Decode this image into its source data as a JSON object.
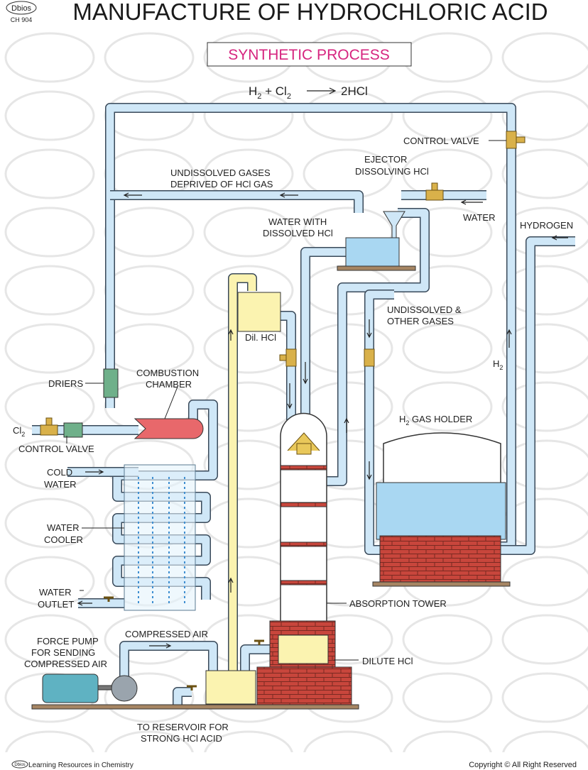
{
  "header": {
    "logo": "Dbios",
    "code": "CH 904",
    "title": "MANUFACTURE OF HYDROCHLORIC ACID",
    "subtitle": "SYNTHETIC PROCESS",
    "equation": {
      "h": "H",
      "h_sub": "2",
      "plus": " + Cl",
      "cl_sub": "2",
      "product": "2HCl"
    }
  },
  "labels": {
    "control_valve_top": "CONTROL VALVE",
    "ejector_1": "EJECTOR",
    "ejector_2": "DISSOLVING HCl",
    "undissolved_1": "UNDISSOLVED GASES",
    "undissolved_2": "DEPRIVED OF HCl GAS",
    "water": "WATER",
    "hydrogen": "HYDROGEN",
    "water_with_1": "WATER WITH",
    "water_with_2": "DISSOLVED HCl",
    "undissolved_other_1": "UNDISSOLVED &",
    "undissolved_other_2": "OTHER GASES",
    "dil_hcl": "Dil. HCl",
    "h2": "H",
    "h2_sub": "2",
    "driers": "DRIERS",
    "combustion_1": "COMBUSTION",
    "combustion_2": "CHAMBER",
    "h2_gas_holder": "H",
    "h2_gas_holder_sub": "2",
    "h2_gas_holder_rest": " GAS HOLDER",
    "cl2": "Cl",
    "cl2_sub": "2",
    "control_valve_bottom": "CONTROL VALVE",
    "cold_1": "COLD",
    "cold_2": "WATER",
    "cooler_1": "WATER",
    "cooler_2": "COOLER",
    "outlet_1": "WATER",
    "outlet_2": "OUTLET",
    "absorption_tower": "ABSORPTION TOWER",
    "compressed_air": "COMPRESSED AIR",
    "pump_1": "FORCE PUMP",
    "pump_2": "FOR SENDING",
    "pump_3": "COMPRESSED AIR",
    "dilute_hcl": "DILUTE HCl",
    "reservoir_1": "TO RESERVOIR FOR",
    "reservoir_2": "STRONG HCl ACID"
  },
  "footer": {
    "logo": "Dbios",
    "left": "Learning Resources in Chemistry",
    "right": "Copyright © All Right  Reserved"
  },
  "colors": {
    "pipe": "#cfe7f7",
    "acid": "#fbf3b0",
    "brick": "#c8463c",
    "title_accent": "#d6247f",
    "flame": "#e8686b"
  }
}
